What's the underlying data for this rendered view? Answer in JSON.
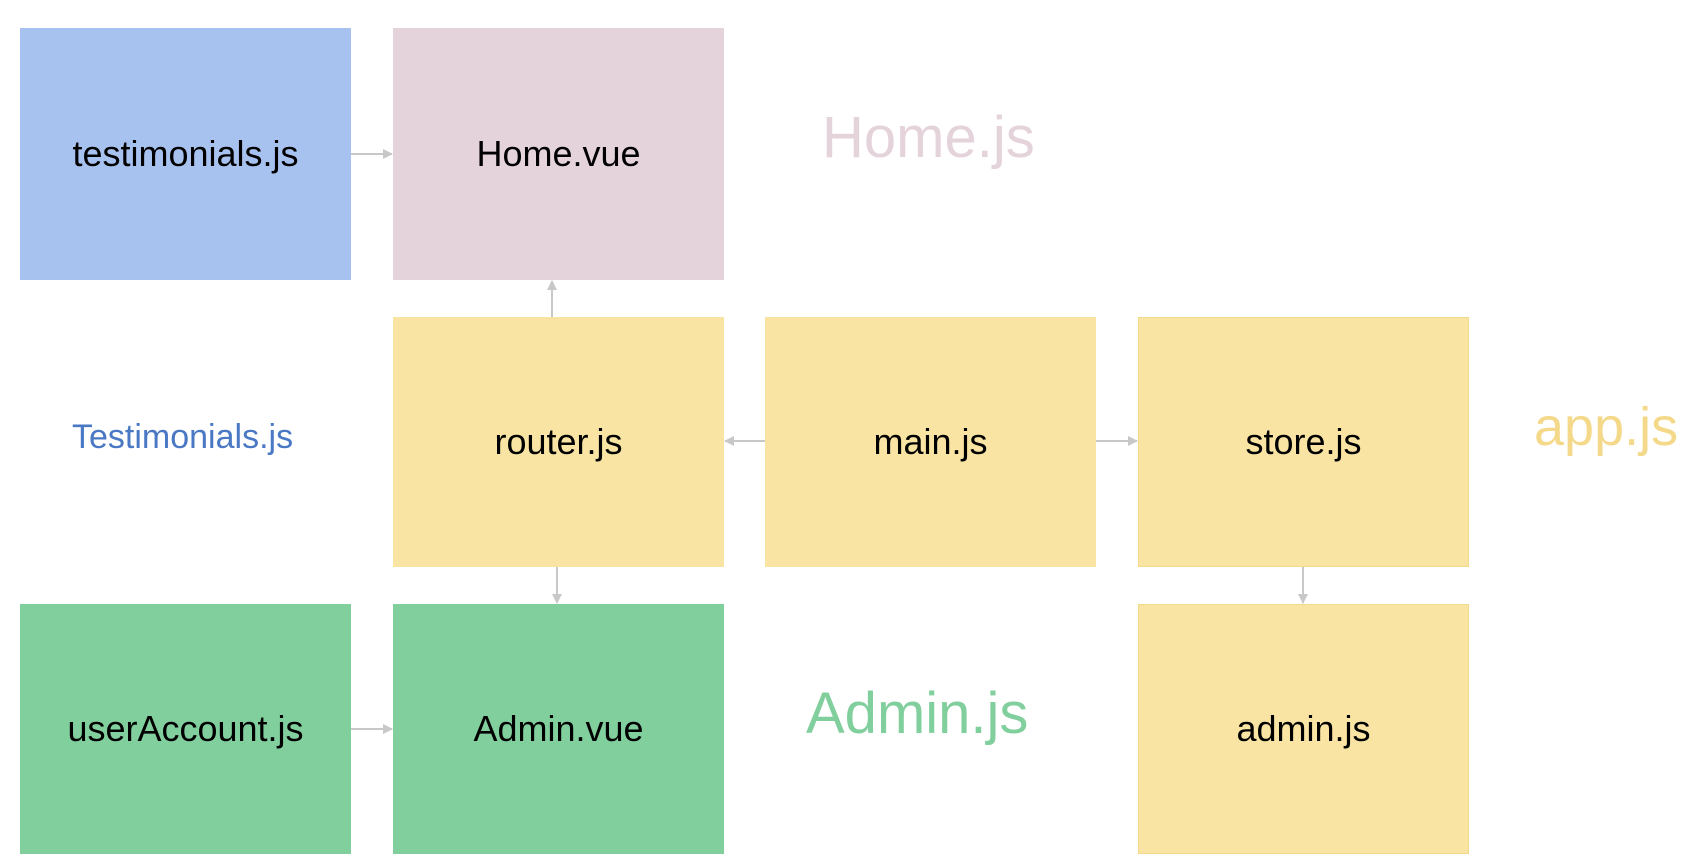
{
  "colors": {
    "blue_box": "#a8c2f0",
    "pink_box": "#e5d3db",
    "yellow_box": "#f9e4a4",
    "green_box": "#82cf9e",
    "arrow": "#c8c8c8",
    "home_label": "#e5d3db",
    "app_label": "#f5d98a",
    "admin_label": "#82cf9e",
    "testimonials_label": "#4a78c4"
  },
  "boxes": {
    "testimonials_js": "testimonials.js",
    "home_vue": "Home.vue",
    "router_js": "router.js",
    "main_js": "main.js",
    "store_js": "store.js",
    "user_account_js": "userAccount.js",
    "admin_vue": "Admin.vue",
    "admin_js": "admin.js"
  },
  "group_labels": {
    "home": "Home.js",
    "testimonials": "Testimonials.js",
    "app": "app.js",
    "admin": "Admin.js"
  },
  "connections": [
    {
      "from": "testimonials.js",
      "to": "Home.vue"
    },
    {
      "from": "router.js",
      "to": "Home.vue"
    },
    {
      "from": "main.js",
      "to": "router.js"
    },
    {
      "from": "main.js",
      "to": "store.js"
    },
    {
      "from": "router.js",
      "to": "Admin.vue"
    },
    {
      "from": "store.js",
      "to": "admin.js"
    },
    {
      "from": "userAccount.js",
      "to": "Admin.vue"
    }
  ]
}
